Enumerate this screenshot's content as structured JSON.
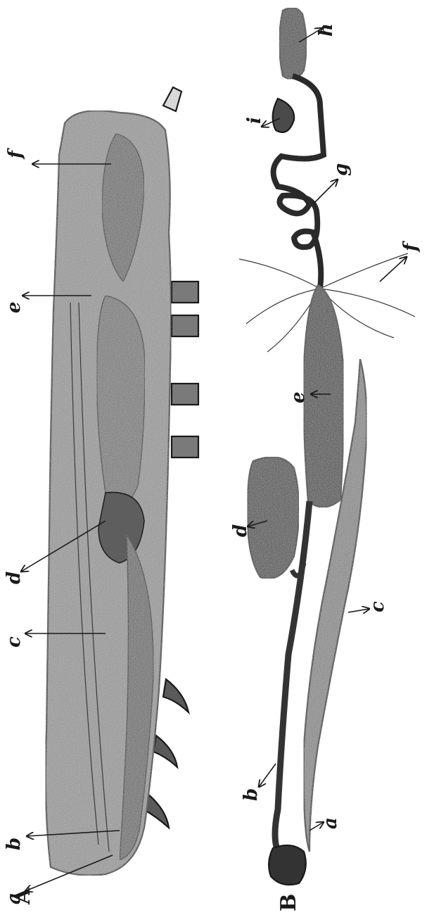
{
  "figure_A": {
    "caption": "A",
    "labels": {
      "a": "a",
      "b": "b",
      "c": "c",
      "d": "d",
      "e": "e",
      "f": "f"
    }
  },
  "figure_B": {
    "caption": "B",
    "labels": {
      "a": "a",
      "b": "b",
      "c": "c",
      "d": "d",
      "e": "e",
      "f": "f",
      "g": "g",
      "h": "h",
      "i": "i"
    }
  },
  "colors": {
    "ink": "#1a1a1a",
    "stipple_dark": "#4a4a4a",
    "stipple_mid": "#8a8a8a",
    "stipple_light": "#b8b8b8",
    "paper": "#ffffff"
  }
}
